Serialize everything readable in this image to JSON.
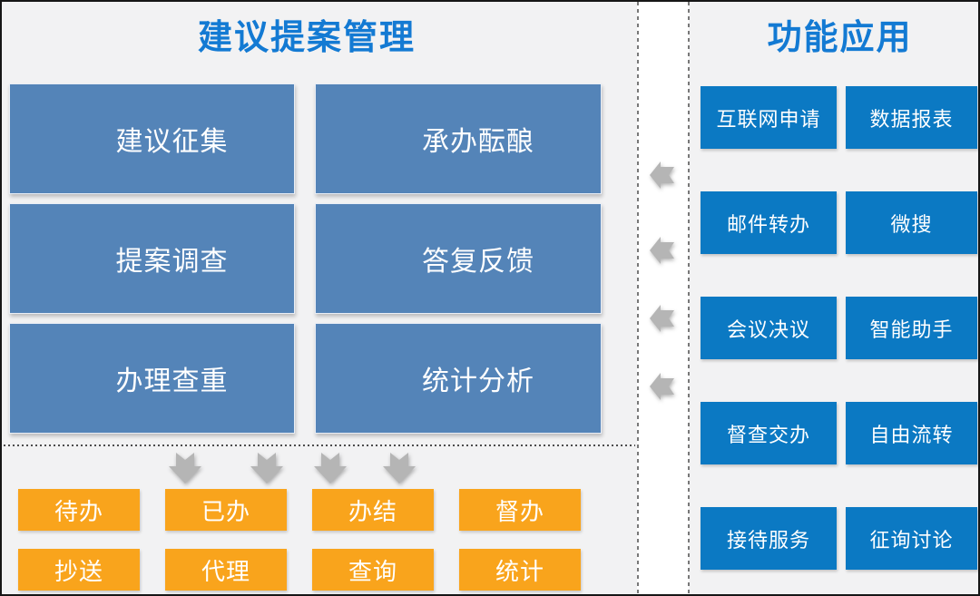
{
  "left_panel": {
    "title": "建议提案管理",
    "modules": [
      {
        "label": "建议征集"
      },
      {
        "label": "承办酝酿"
      },
      {
        "label": "提案调查"
      },
      {
        "label": "答复反馈"
      },
      {
        "label": "办理查重"
      },
      {
        "label": "统计分析"
      }
    ],
    "actions": [
      {
        "label": "待办"
      },
      {
        "label": "已办"
      },
      {
        "label": "办结"
      },
      {
        "label": "督办"
      },
      {
        "label": "抄送"
      },
      {
        "label": "代理"
      },
      {
        "label": "查询"
      },
      {
        "label": "统计"
      }
    ]
  },
  "right_panel": {
    "title": "功能应用",
    "apps": [
      {
        "label": "互联网申请"
      },
      {
        "label": "数据报表"
      },
      {
        "label": "邮件转办"
      },
      {
        "label": "微搜"
      },
      {
        "label": "会议决议"
      },
      {
        "label": "智能助手"
      },
      {
        "label": "督查交办"
      },
      {
        "label": "自由流转"
      },
      {
        "label": "接待服务"
      },
      {
        "label": "征询讨论"
      }
    ]
  },
  "icons": {
    "down_arrow": "chevron-down-arrow",
    "left_arrow": "chevron-left-arrow"
  },
  "colors": {
    "background": "#f2f2f3",
    "title_blue": "#137ad3",
    "module_blue": "#5484b8",
    "app_blue": "#0b79c3",
    "action_orange": "#f9a41c",
    "arrow_gray": "#b5b5b5",
    "connector_white": "#ffffff"
  }
}
